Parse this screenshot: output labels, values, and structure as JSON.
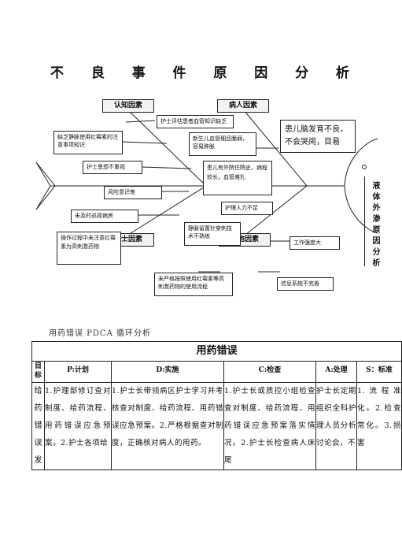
{
  "page_title_chars": [
    "不",
    "良",
    "事",
    "件",
    "原",
    "因",
    "分",
    "析"
  ],
  "fishbone": {
    "categories": {
      "cognition": "认知因素",
      "patient": "病人因素",
      "nurse": "护士因素",
      "other": "其他因素"
    },
    "causes": {
      "lack_knowledge": "缺乏静脉使用红霉素的注意事项知识",
      "ideology": "护士思想不重视",
      "risk": "风险意识差",
      "assess_vessel": "护士评估患者血管知识缺乏",
      "newborn_vessel": "新生儿血管细且脆弱，容易肿胀",
      "cerebral_palsy": "患儿脑发育不良，不会哭闹，目易",
      "history": "患儿有外院住院史，病程较长，血管难扎",
      "not_patrol": "未及时巡视病房",
      "operation": "操作过程中未注意红霉素为高刺激药物",
      "fixation": "静脉留置针穿刺技术不熟练",
      "not_follow": "未严格按照使用红霉素等高刺激药物的使用流程",
      "manpower": "护理人力不足",
      "workload": "工作强度大",
      "info_system": "信息系统不完善"
    },
    "head_text": [
      "液",
      "体",
      "外",
      "渗",
      "原",
      "因",
      "分",
      "析"
    ]
  },
  "pdca_section_title": "用药错误 PDCA 循环分析",
  "pdca": {
    "table_title": "用药错误",
    "columns": {
      "target": "目标",
      "plan": "P:计划",
      "do": "D:实施",
      "check": "C:检查",
      "act": "A:处理",
      "standard": "S：标准"
    },
    "row": {
      "target": [
        "给",
        "药",
        "错",
        "误",
        "发"
      ],
      "plan": "1.护理部修订查对制度、给药流程、用药错误应急预案。2.护士各项给",
      "do": "1.护士长带领病区护士学习并考核查对制度、给药流程、用药错误应急预案。2.严格根据查对制度，正确核对病人的用药。",
      "check": "1.护士长或质控小组检查查对制度、给药流程、用药错误应急预案落实情况。2.护士长检查病人床尾",
      "act": "护士长定期组织全科护理人员分析讨论会，不",
      "standard": "1.流程准化。2.检查常化。3.损害"
    }
  },
  "colors": {
    "line": "#222222",
    "category_fill": "#f2f2f2"
  }
}
